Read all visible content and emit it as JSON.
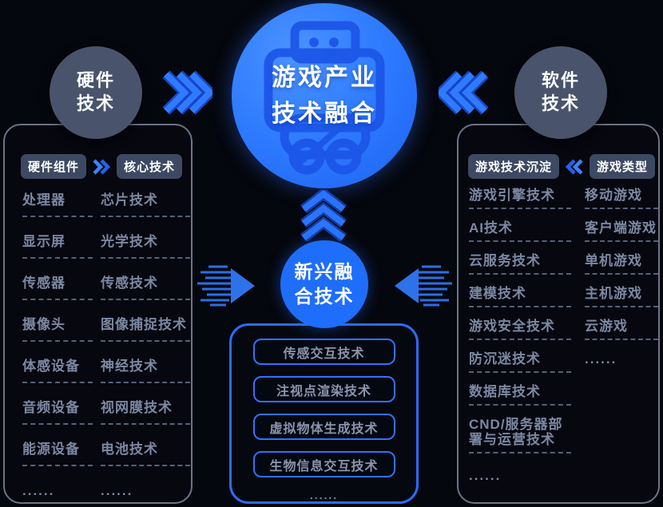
{
  "colors": {
    "background": "#05070e",
    "accent_blue": "#2b6cff",
    "bright_circle_blue": "#2e7bff",
    "emerging_circle_blue": "#1f6dfb",
    "dark_bubble_slate": "#49546c",
    "badge_background": "#3d4962",
    "muted_list_text": "#7c88a2",
    "panel_border_gray": "#6b7487"
  },
  "icons": {
    "main_circle": "vr-headset-icon",
    "hardware_flow": "triple-chevron-right-icon",
    "software_flow": "triple-chevron-left-icon",
    "emerging_flow_up": "triple-chevron-up-icon",
    "left_inflow": "striped-arrow-right-icon",
    "right_inflow": "striped-arrow-left-icon",
    "hardware_header_flow": "double-chevron-right-icon",
    "software_header_flow": "double-chevron-left-icon"
  },
  "center": {
    "main_title_line1": "游戏产业",
    "main_title_line2": "技术融合",
    "emerging_line1": "新兴融",
    "emerging_line2": "合技术",
    "fusion_items": [
      "传感交互技术",
      "注视点渲染技术",
      "虚拟物体生成技术",
      "生物信息交互技术"
    ],
    "fusion_more": "......"
  },
  "hardware": {
    "bubble_line1": "硬件",
    "bubble_line2": "技术",
    "col1_header": "硬件组件",
    "col2_header": "核心技术",
    "components": [
      "处理器",
      "显示屏",
      "传感器",
      "摄像头",
      "体感设备",
      "音频设备",
      "能源设备"
    ],
    "components_more": "......",
    "technologies": [
      "芯片技术",
      "光学技术",
      "传感技术",
      "图像捕捉技术",
      "神经技术",
      "视网膜技术",
      "电池技术"
    ],
    "technologies_more": "......"
  },
  "software": {
    "bubble_line1": "软件",
    "bubble_line2": "技术",
    "col1_header": "游戏技术沉淀",
    "col2_header": "游戏类型",
    "accumulations": [
      "游戏引擎技术",
      "AI技术",
      "云服务技术",
      "建模技术",
      "游戏安全技术",
      "防沉迷技术",
      "数据库技术",
      "CND/服务器部署与运营技术"
    ],
    "accumulations_more": "......",
    "types": [
      "移动游戏",
      "客户端游戏",
      "单机游戏",
      "主机游戏",
      "云游戏"
    ],
    "types_more": "......"
  }
}
